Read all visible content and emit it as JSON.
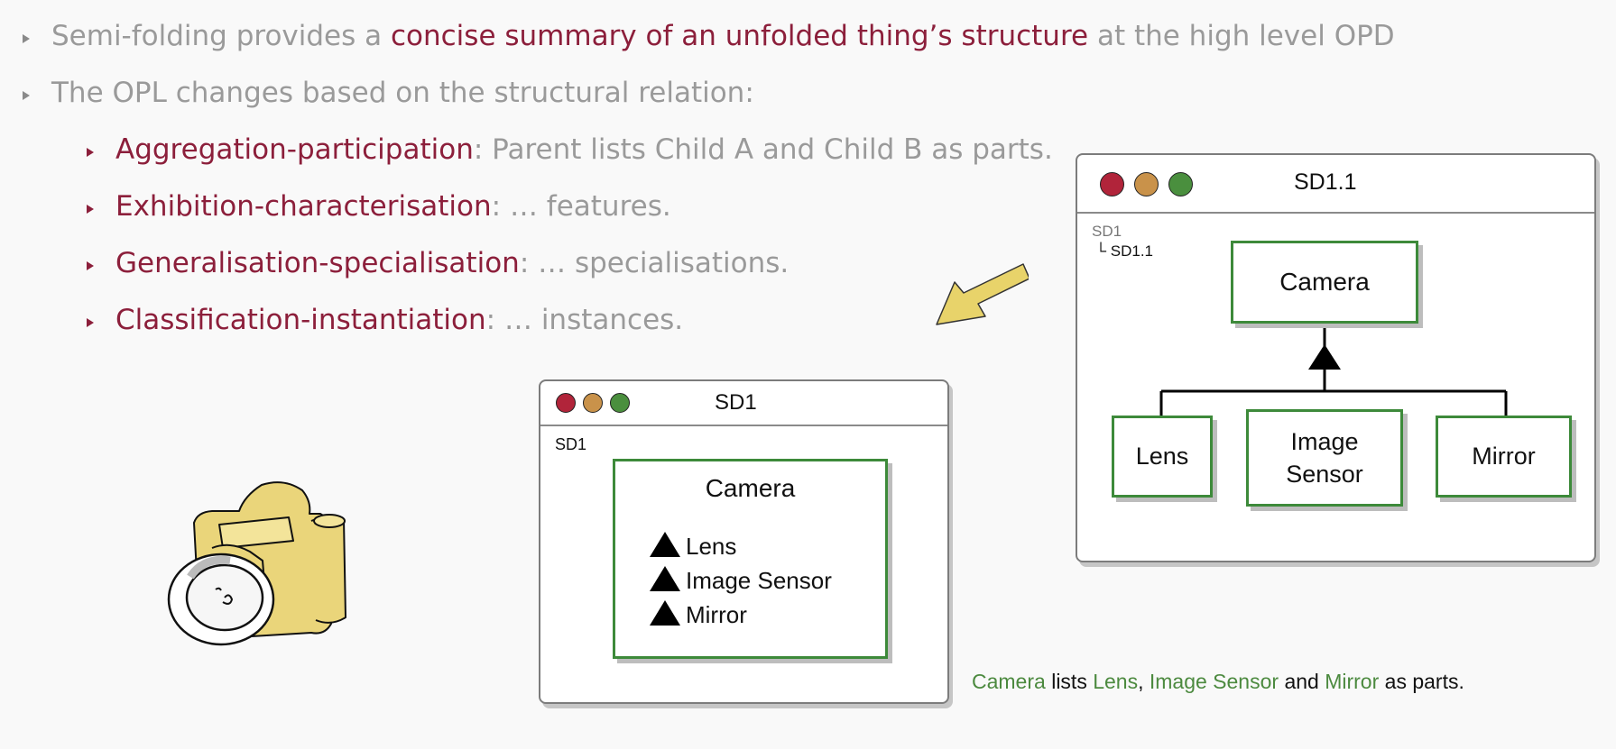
{
  "bullets": {
    "b1_pre": "Semi-folding provides a ",
    "b1_term": "concise summary of an unfolded thing’s structure",
    "b1_post": " at the high level OPD",
    "b2": "The OPL changes based on the structural relation:",
    "sub": [
      {
        "term": "Aggregation-participation",
        "rest": ": Parent lists Child A and Child B as parts."
      },
      {
        "term": "Exhibition-characterisation",
        "rest": ": … features."
      },
      {
        "term": "Generalisation-specialisation",
        "rest": ": … specialisations."
      },
      {
        "term": "Classification-instantiation",
        "rest": ": … instances."
      }
    ]
  },
  "sd1": {
    "title": "SD1",
    "crumb": "SD1",
    "object": "Camera",
    "parts": [
      "Lens",
      "Image Sensor",
      "Mirror"
    ]
  },
  "sd11": {
    "title": "SD1.1",
    "crumb_parent": "SD1",
    "crumb_child": "└ SD1.1",
    "parent": "Camera",
    "children": [
      "Lens",
      "Image Sensor",
      "Mirror"
    ]
  },
  "opl": {
    "camera": "Camera",
    "lists": " lists ",
    "lens": "Lens",
    "comma": ", ",
    "sensor": "Image Sensor",
    "and": " and ",
    "mirror": "Mirror",
    "as_parts": " as parts."
  },
  "colors": {
    "term_red": "#8c1f3b",
    "object_green": "#3d8a3a",
    "arrow_yellow": "#e8d36a"
  },
  "icons": [
    "camera-illustration",
    "yellow-arrow-icon",
    "window-dot-red",
    "window-dot-orange",
    "window-dot-green",
    "aggregation-triangle-icon"
  ]
}
